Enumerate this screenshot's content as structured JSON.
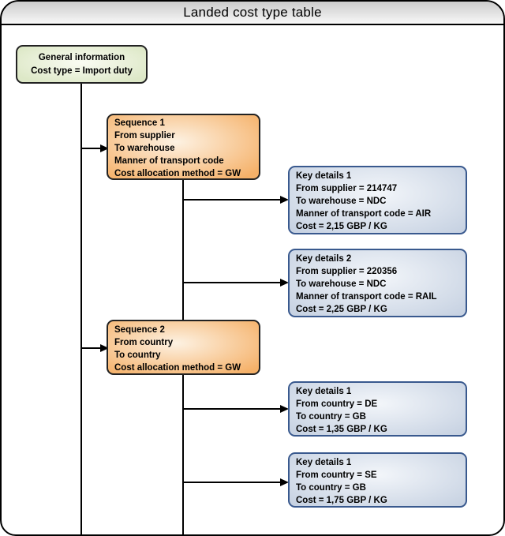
{
  "title": "Landed cost type table",
  "colors": {
    "titlebar_top": "#cbcbcb",
    "titlebar_bottom": "#f8f8f8",
    "green_fill": "#dde8c7",
    "orange_fill": "#f5b169",
    "blue_fill": "#c7d2e2",
    "blue_border": "#39598e",
    "line_color": "#000000"
  },
  "nodes": {
    "general_info": {
      "lines": [
        "General information",
        "Cost type = Import duty"
      ]
    },
    "sequence1": {
      "lines": [
        "Sequence 1",
        "From supplier",
        "To warehouse",
        "Manner of transport code",
        "Cost allocation method = GW"
      ]
    },
    "key_details_1": {
      "lines": [
        "Key details 1",
        "From supplier = 214747",
        "To warehouse = NDC",
        "Manner of transport code = AIR",
        "Cost = 2,15 GBP / KG"
      ]
    },
    "key_details_2": {
      "lines": [
        "Key details 2",
        "From supplier = 220356",
        "To warehouse = NDC",
        "Manner of transport code = RAIL",
        "Cost = 2,25 GBP / KG"
      ]
    },
    "sequence2": {
      "lines": [
        "Sequence 2",
        "From country",
        "To country",
        "Cost allocation method = GW"
      ]
    },
    "key_details_3": {
      "lines": [
        "Key details 1",
        "From country = DE",
        "To country = GB",
        "Cost = 1,35 GBP / KG"
      ]
    },
    "key_details_4": {
      "lines": [
        "Key details 1",
        "From country = SE",
        "To country = GB",
        "Cost = 1,75 GBP / KG"
      ]
    }
  }
}
